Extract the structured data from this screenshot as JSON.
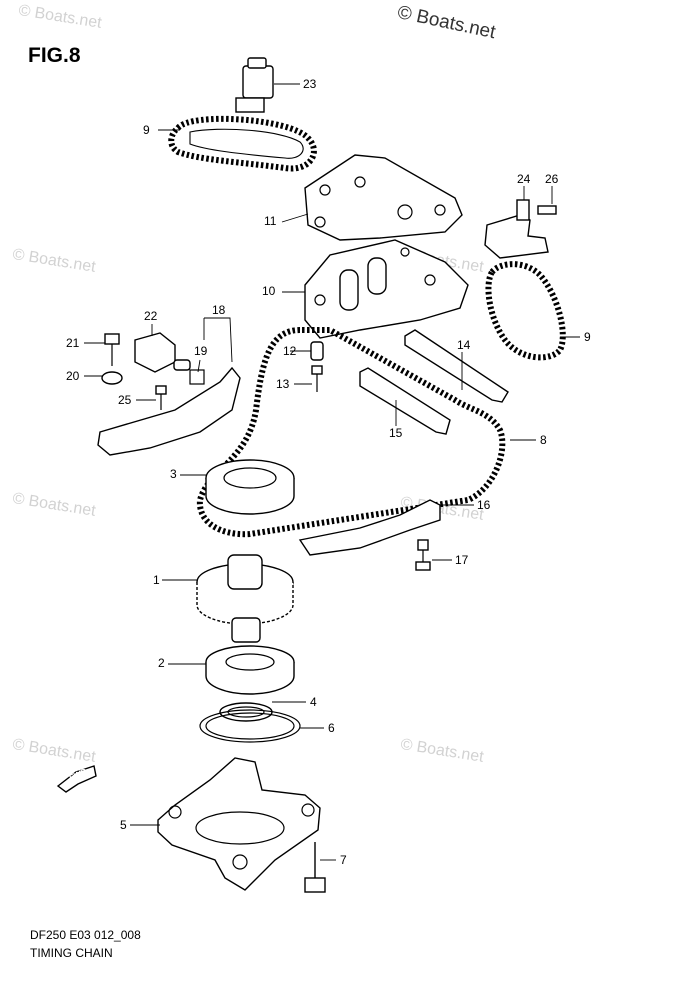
{
  "figure": {
    "title": "FIG.8",
    "code": "DF250 E03 012_008",
    "caption": "TIMING CHAIN"
  },
  "watermarks": {
    "header": "© Boats.net",
    "light": "© Boats.net"
  },
  "direction_label": "FWD",
  "callouts": [
    {
      "id": "23",
      "label": "23"
    },
    {
      "id": "9a",
      "label": "9"
    },
    {
      "id": "11",
      "label": "11"
    },
    {
      "id": "24",
      "label": "24"
    },
    {
      "id": "26",
      "label": "26"
    },
    {
      "id": "10",
      "label": "10"
    },
    {
      "id": "9b",
      "label": "9"
    },
    {
      "id": "22",
      "label": "22"
    },
    {
      "id": "18",
      "label": "18"
    },
    {
      "id": "21",
      "label": "21"
    },
    {
      "id": "19",
      "label": "19"
    },
    {
      "id": "12",
      "label": "12"
    },
    {
      "id": "14",
      "label": "14"
    },
    {
      "id": "20",
      "label": "20"
    },
    {
      "id": "13",
      "label": "13"
    },
    {
      "id": "25",
      "label": "25"
    },
    {
      "id": "15",
      "label": "15"
    },
    {
      "id": "8",
      "label": "8"
    },
    {
      "id": "3",
      "label": "3"
    },
    {
      "id": "16",
      "label": "16"
    },
    {
      "id": "17",
      "label": "17"
    },
    {
      "id": "1",
      "label": "1"
    },
    {
      "id": "2",
      "label": "2"
    },
    {
      "id": "4",
      "label": "4"
    },
    {
      "id": "6",
      "label": "6"
    },
    {
      "id": "5",
      "label": "5"
    },
    {
      "id": "7",
      "label": "7"
    }
  ]
}
